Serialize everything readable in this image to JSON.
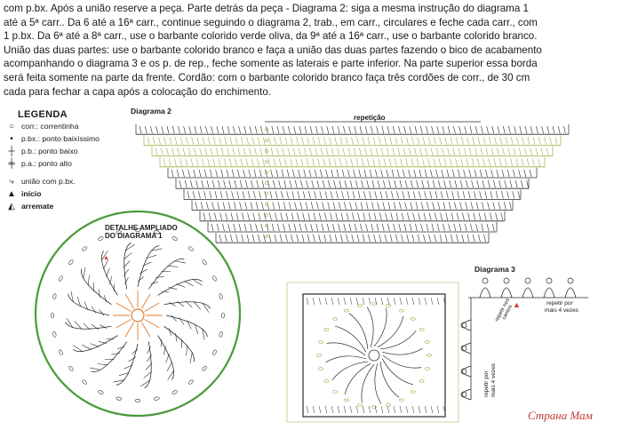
{
  "instructions": [
    "com p.bx. Após a união reserve a peça. Parte detrás da peça - Diagrama 2: siga a mesma instrução do diagrama 1",
    "até a 5ª carr.. Da 6 até a 16ª carr., continue seguindo o diagrama 2, trab., em carr., circulares e feche cada carr., com",
    "1 p.bx. Da 6ª até a 8ª carr., use o barbante colorido verde oliva, da 9ª até a 16ª carr., use o barbante colorido branco.",
    "União das duas partes: use o barbante colorido branco e faça a união das duas partes fazendo o bico de acabamento",
    "acompanhando o diagrama 3 e os p. de rep., feche somente as laterais e parte  inferior. Na parte superior essa borda",
    "será feita somente na parte da frente. Cordão: com o barbante colorido branco faça três cordões de corr., de 30 cm",
    "cada para fechar a capa após a colocação do enchimento."
  ],
  "legend": {
    "title": "LEGENDA",
    "items": [
      {
        "icon": "chain-stitch-icon",
        "glyph": "○",
        "label": "corr.: correntinha"
      },
      {
        "icon": "slip-stitch-icon",
        "glyph": "•",
        "label": "p.bx.: ponto baixíssimo"
      },
      {
        "icon": "single-crochet-icon",
        "glyph": "┼",
        "label": "p.b.: ponto baixo"
      },
      {
        "icon": "double-crochet-icon",
        "glyph": "╪",
        "label": "p.a.: ponto alto"
      },
      {
        "icon": "join-icon",
        "glyph": "⤷",
        "label": "união com p.bx."
      },
      {
        "icon": "start-icon",
        "glyph": "▲",
        "label": "início"
      },
      {
        "icon": "finish-icon",
        "glyph": "◭",
        "label": "arremate"
      }
    ]
  },
  "diagram2": {
    "title": "Diagrama 2",
    "repeat_label": "repetição"
  },
  "detail": {
    "title_line1": "DETALHE AMPLIADO",
    "title_line2": "DO DIAGRAMA 1"
  },
  "diagram3": {
    "title": "Diagrama 3",
    "label_repeat_4": "repetir por",
    "label_more_4": "mais 4 vezes",
    "label_corners": "repetir nos",
    "label_corners2": "cantos",
    "label_vertical1": "repetir por",
    "label_vertical2": "mais 4 vezes"
  },
  "watermark": "Страна Мам",
  "colors": {
    "olive": "#9aab3c",
    "ring": "#4a9a3a",
    "dark": "#2a2a2a",
    "orange": "#e07a2a",
    "red": "#d23a2a",
    "watermark": "#c0392b"
  }
}
